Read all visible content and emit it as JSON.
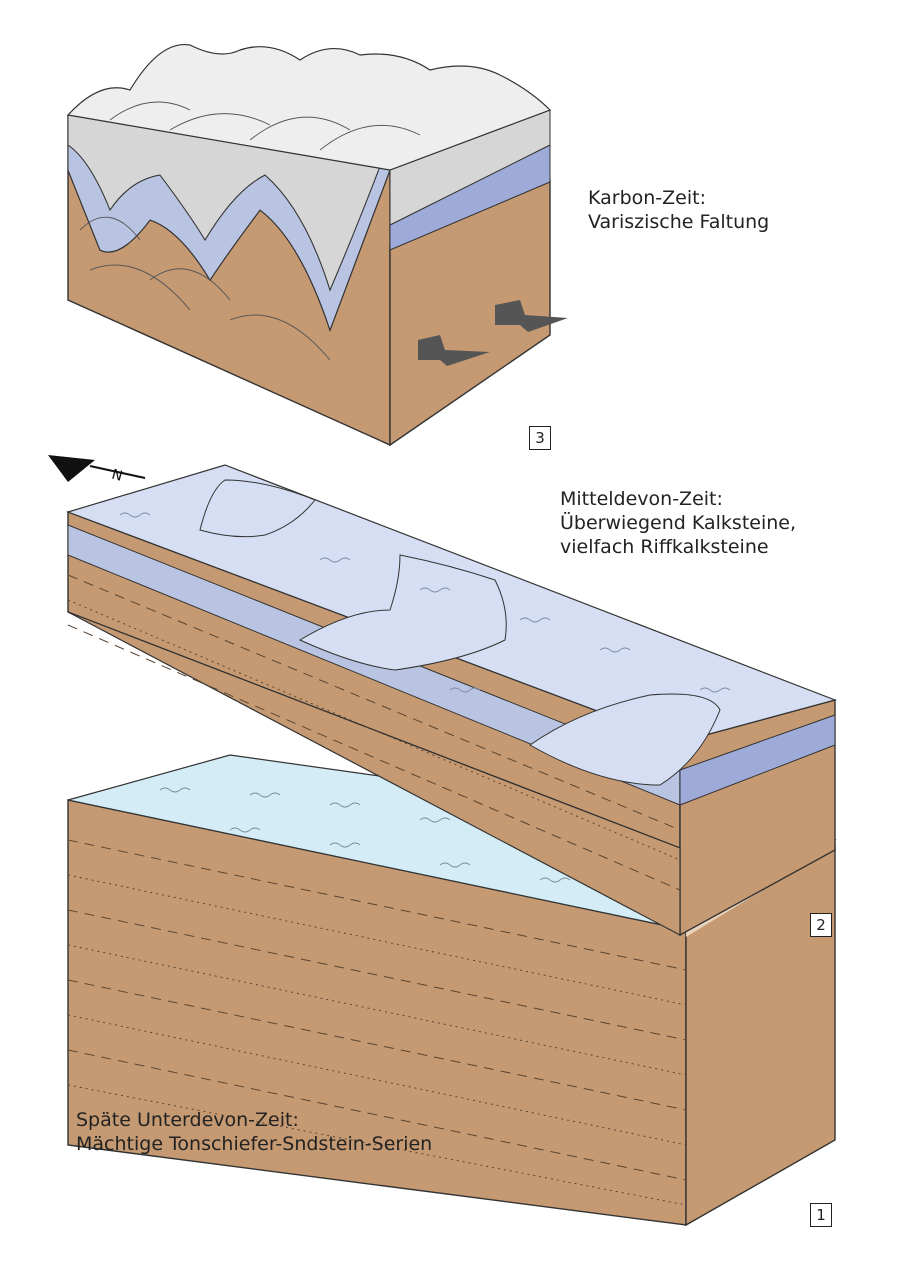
{
  "blocks": {
    "top": {
      "line1": "Karbon-Zeit:",
      "line2": "Variszische Faltung",
      "number": "3"
    },
    "middle": {
      "line1": "Mitteldevon-Zeit:",
      "line2": "Überwiegend Kalksteine,",
      "line3": "vielfach Riffkalksteine",
      "number": "2"
    },
    "bottom": {
      "line1": "Späte Unterdevon-Zeit:",
      "line2": "Mächtige Tonschiefer-Sndstein-Serien",
      "number": "1"
    }
  },
  "north_arrow": {
    "letter": "N"
  },
  "colors": {
    "sediment": "#c59a72",
    "limestone": "#b9c4e2",
    "limestone_dark": "#9eabd8",
    "sea_shallow": "#d3ecf6",
    "sea_middevon": "#d5def2",
    "land_folded": "#eeeeee",
    "land_side": "#d6d6d6",
    "arrow": "#555555"
  }
}
